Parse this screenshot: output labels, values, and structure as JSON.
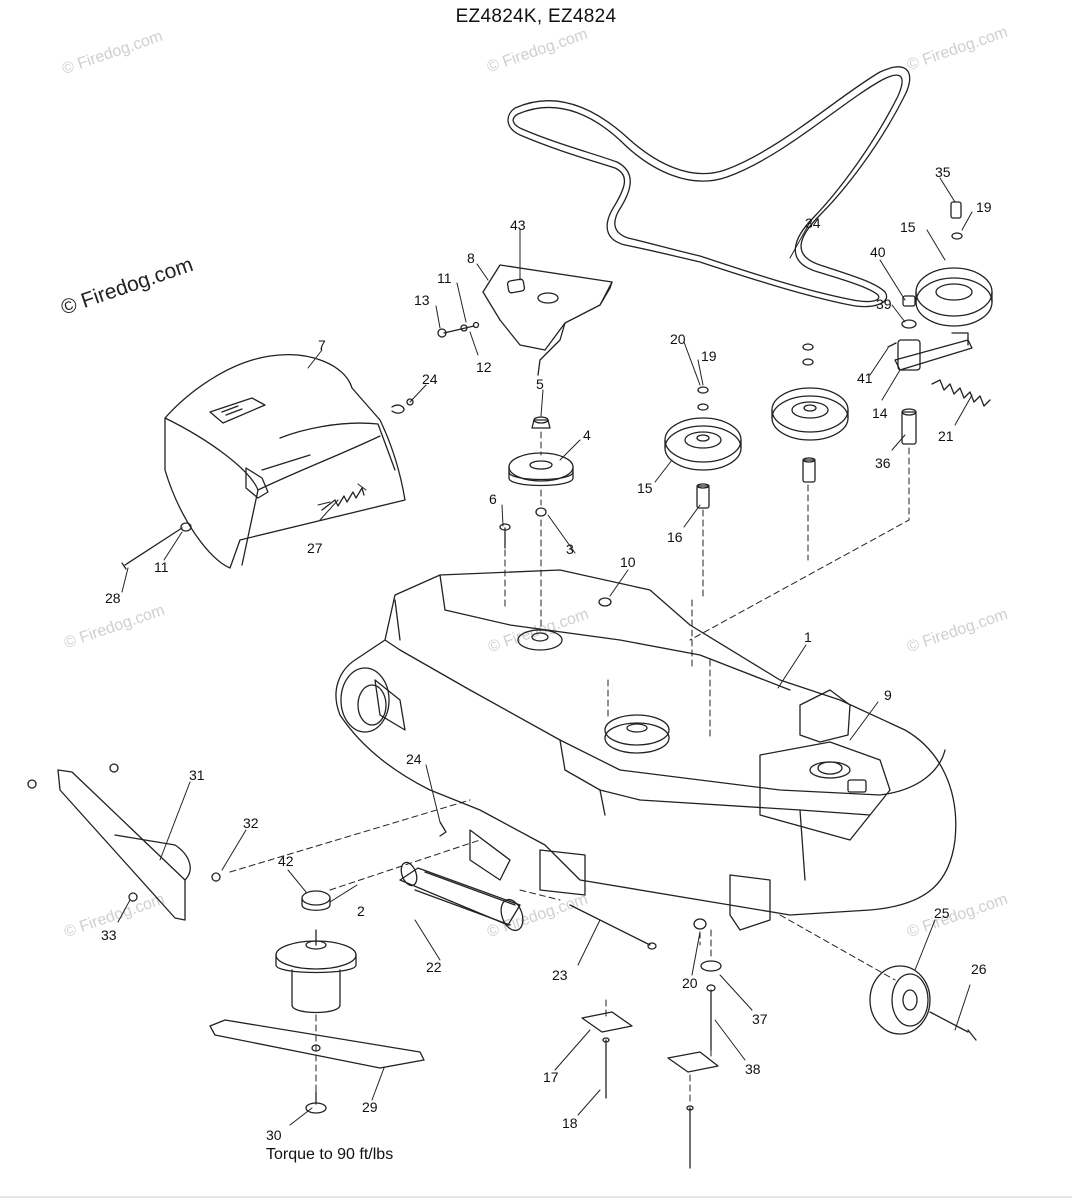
{
  "header": {
    "title": "EZ4824K, EZ4824"
  },
  "watermarks": {
    "main": "© Firedog.com",
    "repeat": [
      "© Firedog.com",
      "© Firedog.com",
      "© Firedog.com",
      "© Firedog.com",
      "© Firedog.com",
      "© Firedog.com",
      "© Firedog.com",
      "© Firedog.com",
      "© Firedog.com"
    ]
  },
  "note": "Torque to 90 ft/lbs",
  "callouts": [
    {
      "id": "c1",
      "label": "1"
    },
    {
      "id": "c2",
      "label": "2"
    },
    {
      "id": "c3",
      "label": "3"
    },
    {
      "id": "c4",
      "label": "4"
    },
    {
      "id": "c5",
      "label": "5"
    },
    {
      "id": "c6",
      "label": "6"
    },
    {
      "id": "c7",
      "label": "7"
    },
    {
      "id": "c8",
      "label": "8"
    },
    {
      "id": "c9",
      "label": "9"
    },
    {
      "id": "c10",
      "label": "10"
    },
    {
      "id": "c11a",
      "label": "11"
    },
    {
      "id": "c11b",
      "label": "11"
    },
    {
      "id": "c12",
      "label": "12"
    },
    {
      "id": "c13",
      "label": "13"
    },
    {
      "id": "c14",
      "label": "14"
    },
    {
      "id": "c15a",
      "label": "15"
    },
    {
      "id": "c15b",
      "label": "15"
    },
    {
      "id": "c16",
      "label": "16"
    },
    {
      "id": "c17",
      "label": "17"
    },
    {
      "id": "c18",
      "label": "18"
    },
    {
      "id": "c19a",
      "label": "19"
    },
    {
      "id": "c19b",
      "label": "19"
    },
    {
      "id": "c20a",
      "label": "20"
    },
    {
      "id": "c20b",
      "label": "20"
    },
    {
      "id": "c21",
      "label": "21"
    },
    {
      "id": "c22",
      "label": "22"
    },
    {
      "id": "c23",
      "label": "23"
    },
    {
      "id": "c24a",
      "label": "24"
    },
    {
      "id": "c24b",
      "label": "24"
    },
    {
      "id": "c25",
      "label": "25"
    },
    {
      "id": "c26",
      "label": "26"
    },
    {
      "id": "c27",
      "label": "27"
    },
    {
      "id": "c28",
      "label": "28"
    },
    {
      "id": "c29",
      "label": "29"
    },
    {
      "id": "c30",
      "label": "30"
    },
    {
      "id": "c31",
      "label": "31"
    },
    {
      "id": "c32",
      "label": "32"
    },
    {
      "id": "c33",
      "label": "33"
    },
    {
      "id": "c34",
      "label": "34"
    },
    {
      "id": "c35",
      "label": "35"
    },
    {
      "id": "c36",
      "label": "36"
    },
    {
      "id": "c37",
      "label": "37"
    },
    {
      "id": "c38",
      "label": "38"
    },
    {
      "id": "c39",
      "label": "39"
    },
    {
      "id": "c40",
      "label": "40"
    },
    {
      "id": "c41",
      "label": "41"
    },
    {
      "id": "c42",
      "label": "42"
    },
    {
      "id": "c43",
      "label": "43"
    }
  ]
}
